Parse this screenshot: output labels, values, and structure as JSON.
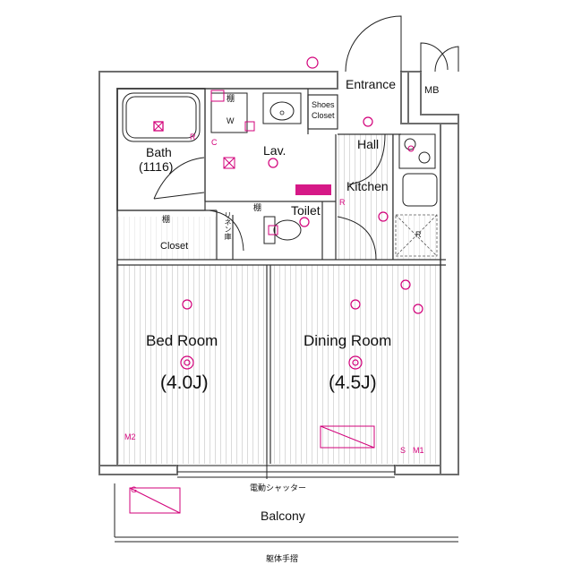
{
  "colors": {
    "wall": "#6e6e6e",
    "line": "#222222",
    "accent": "#d2007a",
    "floor_hatch": "#9a9a9a"
  },
  "rooms": {
    "entrance": "Entrance",
    "mb": "MB",
    "shoes_closet_1": "Shoes",
    "shoes_closet_2": "Closet",
    "bath": "Bath",
    "bath_size": "(1116)",
    "lav": "Lav.",
    "hall": "Hall",
    "kitchen": "Kitchen",
    "toilet": "Toilet",
    "closet": "Closet",
    "bedroom": "Bed Room",
    "bedroom_size": "(4.0J)",
    "dining": "Dining Room",
    "dining_size": "(4.5J)",
    "balcony": "Balcony"
  },
  "annotations": {
    "shelf_1": "棚",
    "shelf_2": "棚",
    "shelf_3": "棚",
    "w": "W",
    "linen": "リネン庫",
    "shutter": "電動シャッター",
    "railing": "躯体手摺"
  },
  "symbols": {
    "r1": "R",
    "c": "C",
    "r2": "R",
    "r3": "R",
    "m2": "M2",
    "m1": "M1",
    "s": "S",
    "g": "G"
  }
}
